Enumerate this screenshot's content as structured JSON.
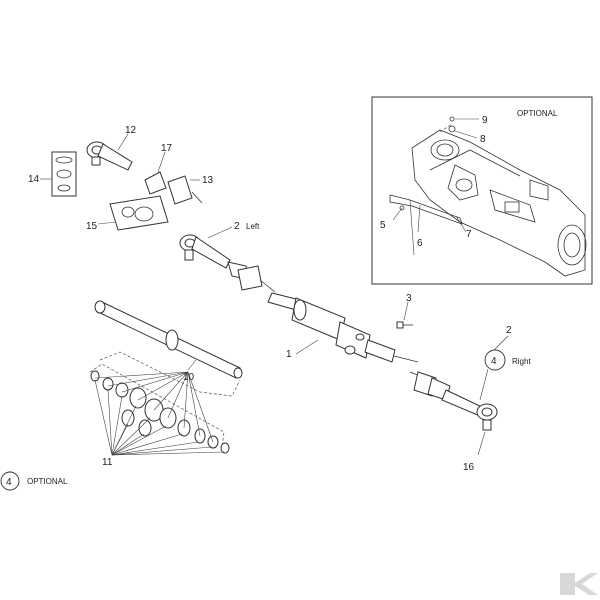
{
  "diagram": {
    "callouts": {
      "c1": "1",
      "c2_left": "2",
      "c2_right": "2",
      "c3": "3",
      "c5": "5",
      "c6": "6",
      "c7": "7",
      "c8": "8",
      "c9": "9",
      "c10": "10",
      "c11": "11",
      "c12": "12",
      "c13": "13",
      "c14": "14",
      "c15": "15",
      "c16": "16",
      "c17": "17"
    },
    "text": {
      "left": "Left",
      "right": "Right",
      "optional_inset": "OPTIONAL",
      "legend_optional": "OPTIONAL",
      "circle_number": "4",
      "legend_circle_number": "4"
    }
  }
}
